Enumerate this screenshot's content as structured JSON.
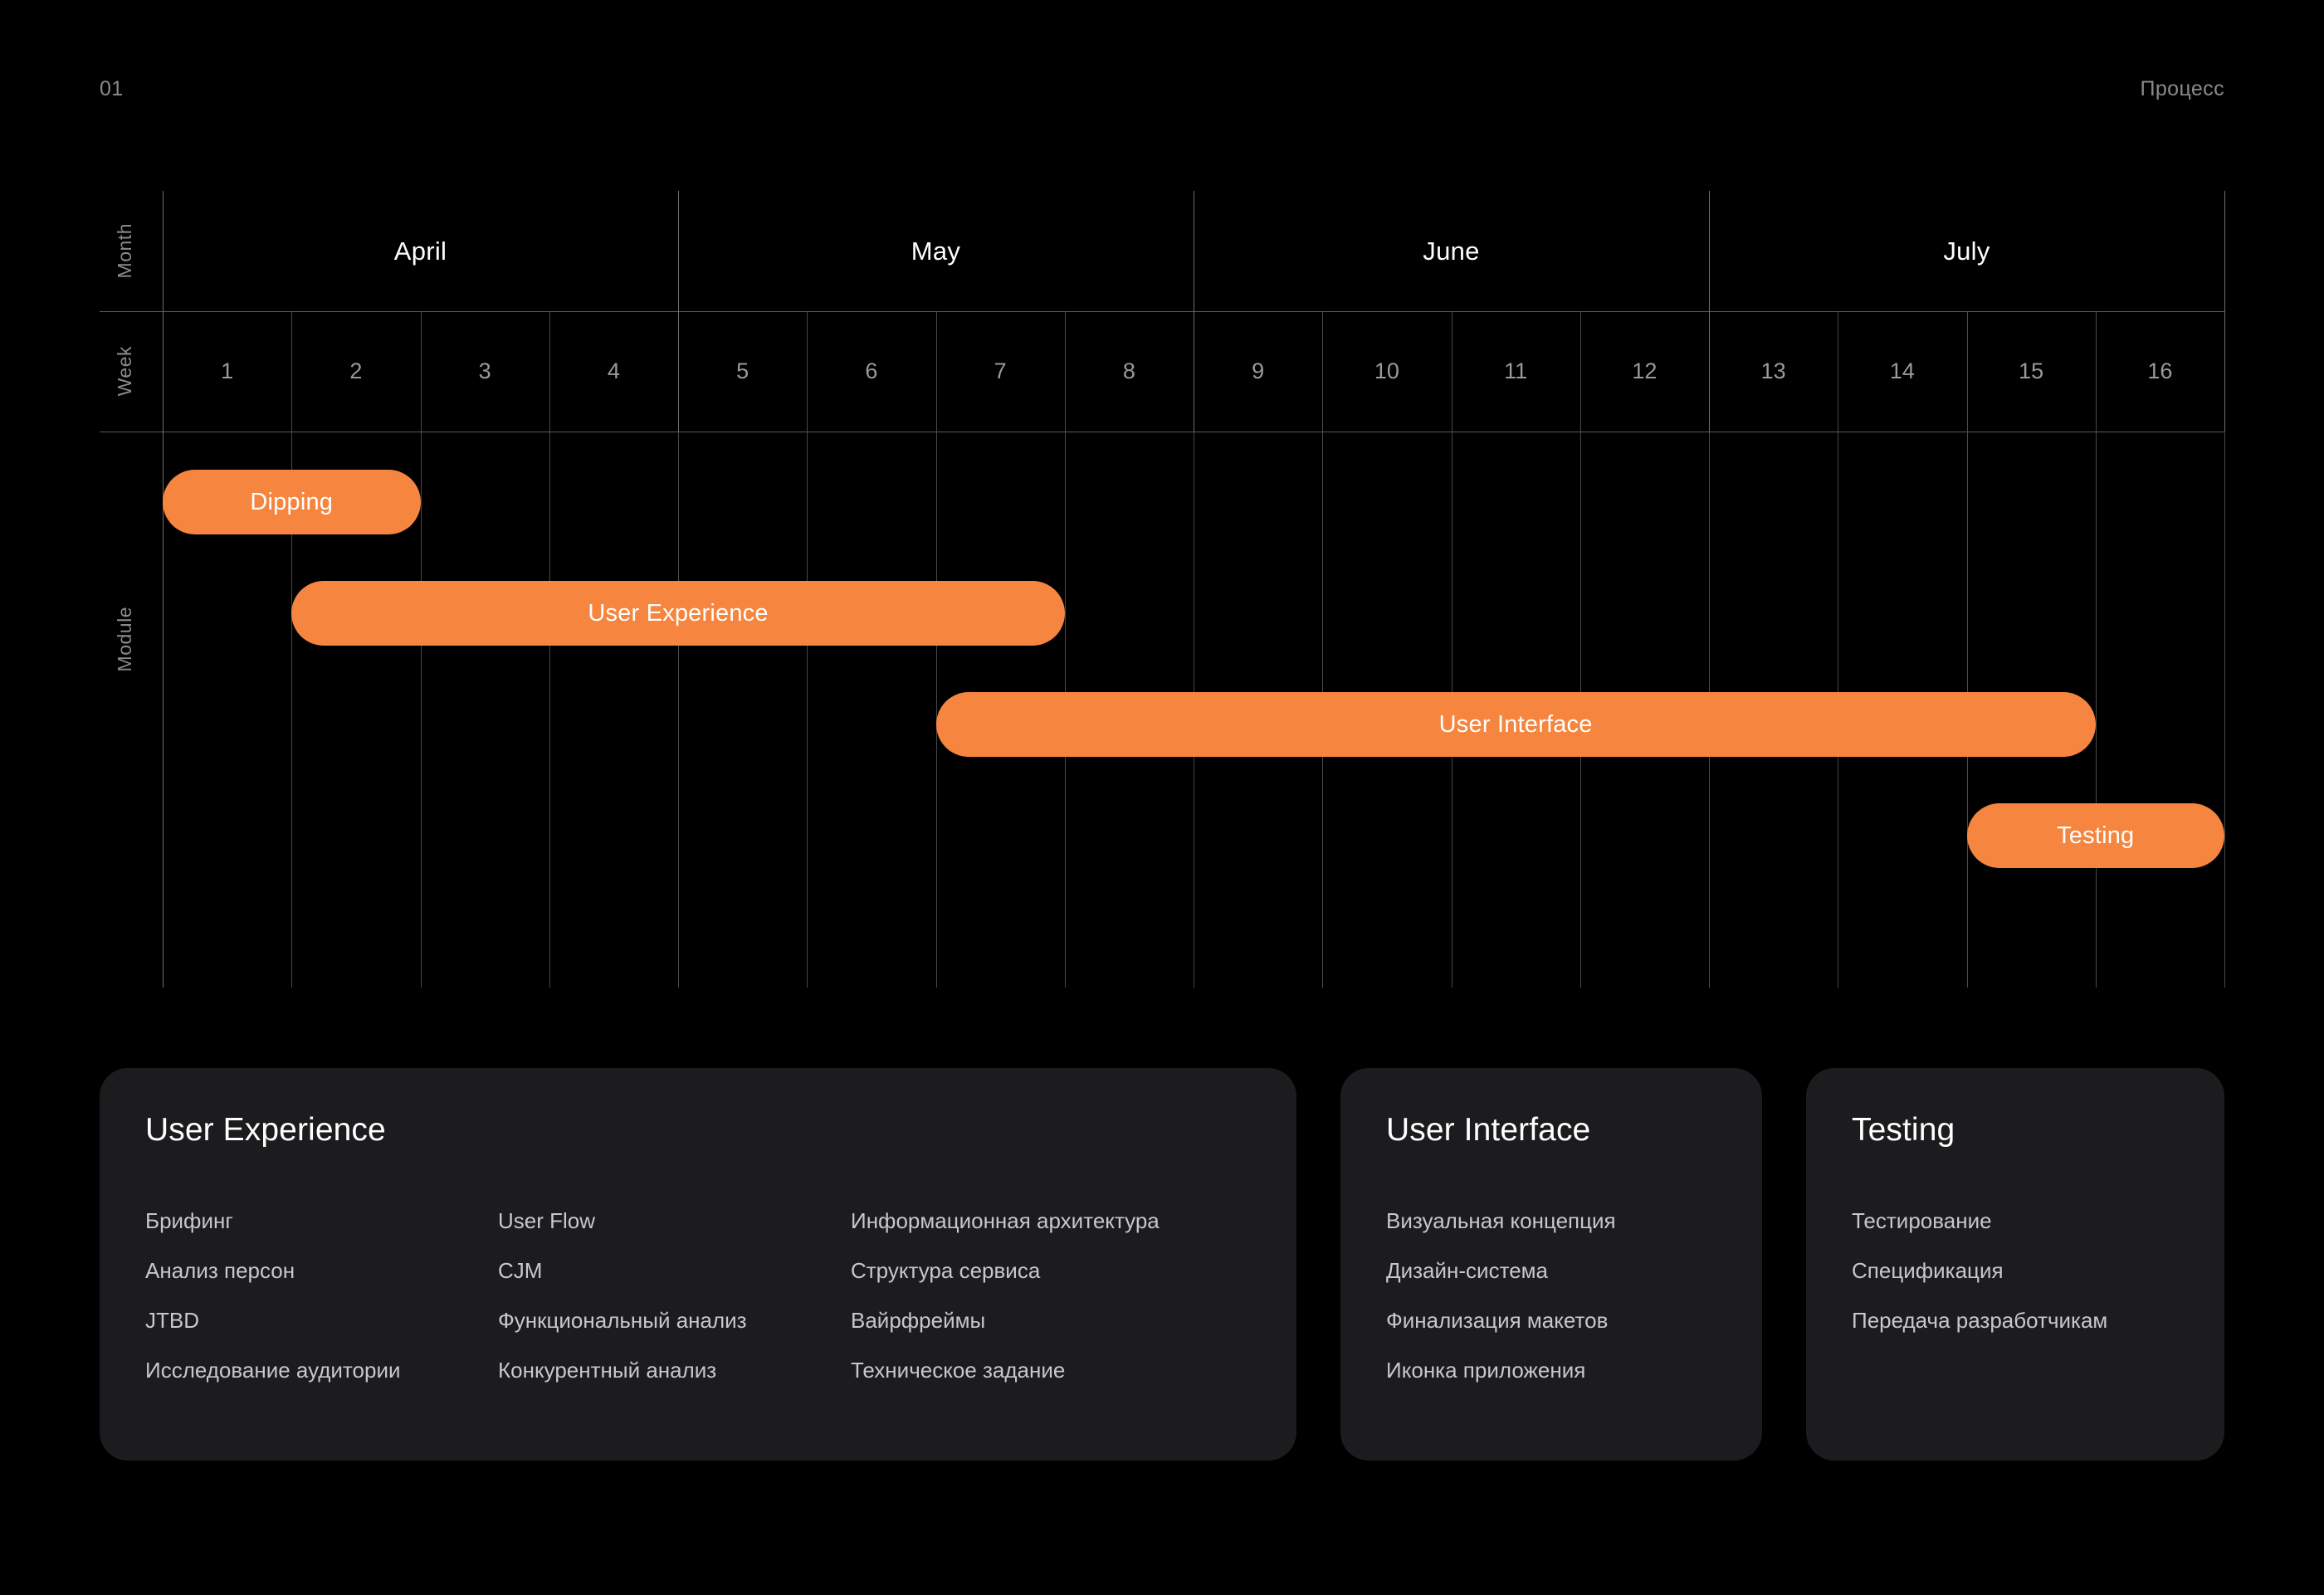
{
  "header": {
    "page_number": "01",
    "section": "Процесс"
  },
  "gantt": {
    "axis_captions": {
      "month": "Month",
      "week": "Week",
      "module": "Module"
    },
    "months": [
      {
        "name": "April",
        "weeks": 4
      },
      {
        "name": "May",
        "weeks": 4
      },
      {
        "name": "June",
        "weeks": 4
      },
      {
        "name": "July",
        "weeks": 4
      }
    ],
    "weeks": [
      "1",
      "2",
      "3",
      "4",
      "5",
      "6",
      "7",
      "8",
      "9",
      "10",
      "11",
      "12",
      "13",
      "14",
      "15",
      "16"
    ],
    "bars": [
      {
        "label": "Dipping",
        "start_week": 1,
        "end_week": 2,
        "row": 0
      },
      {
        "label": "User Experience",
        "start_week": 2,
        "end_week": 7,
        "row": 1
      },
      {
        "label": "User Interface",
        "start_week": 7,
        "end_week": 15,
        "row": 2
      },
      {
        "label": "Testing",
        "start_week": 15,
        "end_week": 16,
        "row": 3
      }
    ]
  },
  "chart_data": {
    "type": "bar",
    "title": "Процесс",
    "xlabel": "Week",
    "ylabel": "Module",
    "x_axis_groups": [
      "April",
      "May",
      "June",
      "July"
    ],
    "categories": [
      "1",
      "2",
      "3",
      "4",
      "5",
      "6",
      "7",
      "8",
      "9",
      "10",
      "11",
      "12",
      "13",
      "14",
      "15",
      "16"
    ],
    "series": [
      {
        "name": "Dipping",
        "start": 1,
        "end": 2,
        "duration_weeks": 1
      },
      {
        "name": "User Experience",
        "start": 2,
        "end": 7,
        "duration_weeks": 5
      },
      {
        "name": "User Interface",
        "start": 7,
        "end": 15,
        "duration_weeks": 8
      },
      {
        "name": "Testing",
        "start": 15,
        "end": 16,
        "duration_weeks": 1
      }
    ],
    "bar_color": "#F5853F",
    "grid": true,
    "legend": "none"
  },
  "cards": [
    {
      "title": "User Experience",
      "columns": [
        [
          "Брифинг",
          "Анализ персон",
          "JTBD",
          "Исследование аудитории"
        ],
        [
          "User Flow",
          "CJM",
          "Функциональный анализ",
          "Конкурентный анализ"
        ],
        [
          "Информационная архитектура",
          "Структура сервиса",
          "Вайрфреймы",
          "Техническое задание"
        ]
      ]
    },
    {
      "title": "User Interface",
      "columns": [
        [
          "Визуальная концепция",
          "Дизайн-система",
          "Финализация макетов",
          "Иконка приложения"
        ]
      ]
    },
    {
      "title": "Testing",
      "columns": [
        [
          "Тестирование",
          "Спецификация",
          "Передача разработчикам"
        ]
      ]
    }
  ],
  "colors": {
    "background": "#000000",
    "accent": "#F5853F",
    "card_background": "#1C1C1E",
    "grid_line": "#4A4A4E",
    "muted_text": "#8A8A8E",
    "body_text": "#C7C7CC",
    "title_text": "#FFFFFF"
  }
}
